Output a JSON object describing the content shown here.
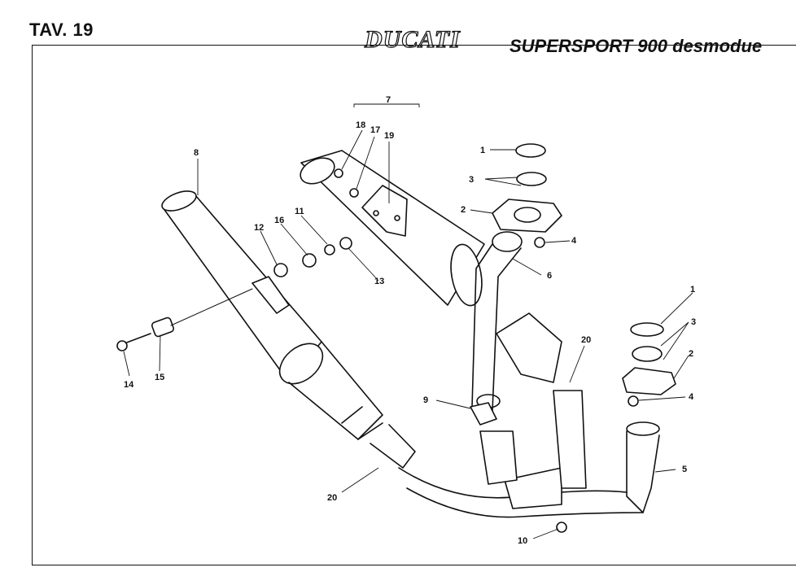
{
  "header": {
    "plate": "TAV. 19",
    "brand": "DUCATI",
    "model": "SUPERSPORT 900 desmodue"
  },
  "callouts": {
    "c1a": "1",
    "c1b": "1",
    "c2a": "2",
    "c2b": "2",
    "c3a": "3",
    "c3b": "3",
    "c4a": "4",
    "c4b": "4",
    "c5": "5",
    "c6": "6",
    "c7": "7",
    "c8": "8",
    "c9": "9",
    "c10": "10",
    "c11": "11",
    "c12": "12",
    "c13": "13",
    "c14": "14",
    "c15": "15",
    "c16": "16",
    "c17": "17",
    "c18": "18",
    "c19": "19",
    "c20a": "20",
    "c20b": "20"
  }
}
